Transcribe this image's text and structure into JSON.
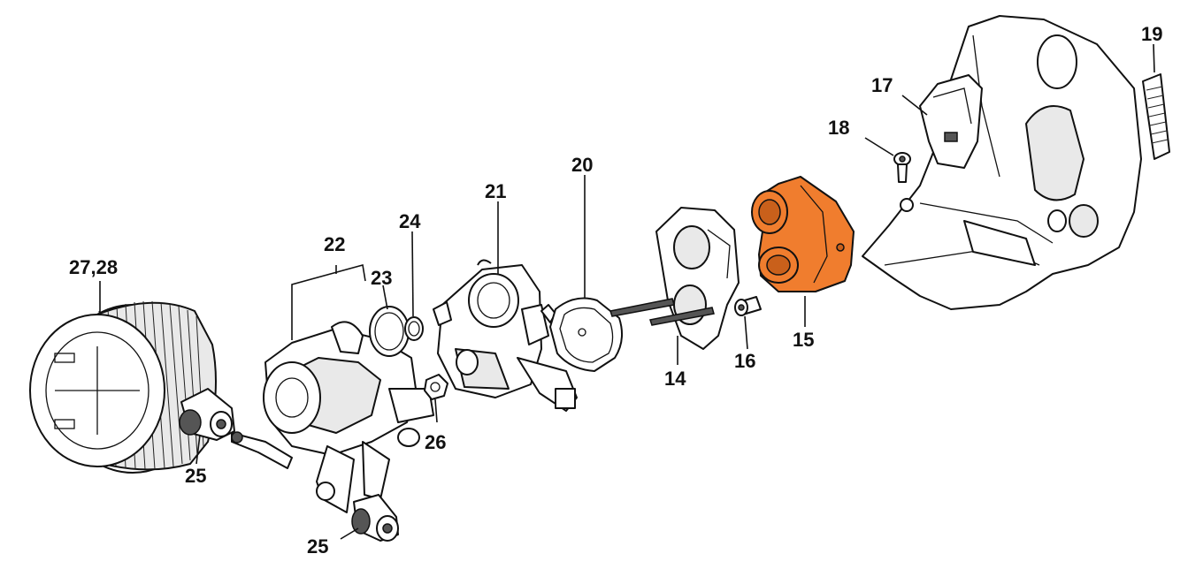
{
  "labels": {
    "filter": "27,28",
    "housing": "22",
    "oring": "23",
    "ring": "24",
    "carburetor": "21",
    "gasket": "20",
    "flange": "14",
    "manifold": "15",
    "screw16": "16",
    "screw18": "18",
    "bracket": "17",
    "cover": "19",
    "nut": "26",
    "grommetUpper": "25",
    "grommetLower": "25"
  },
  "colors": {
    "highlight": "#f07d2e",
    "line": "#111111",
    "background": "#ffffff"
  }
}
